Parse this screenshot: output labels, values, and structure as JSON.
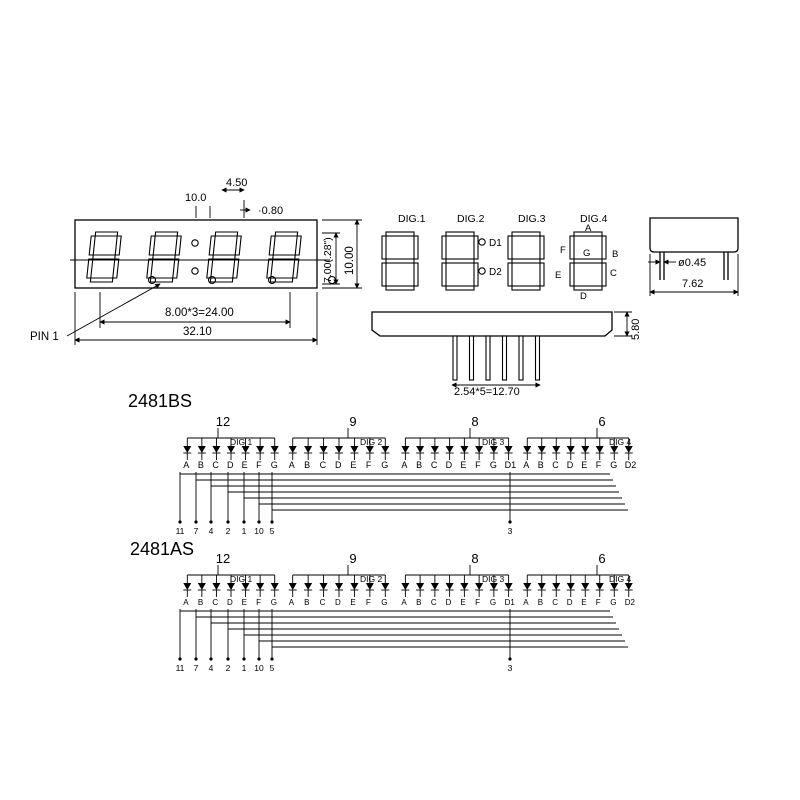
{
  "front_view": {
    "dim_top_a": "10.0",
    "dim_top_b": "4.50",
    "dim_top_c": "0.80",
    "dim_char_height": "7.00(.28\")",
    "dim_height": "10.00",
    "dim_pitch": "8.00*3=24.00",
    "dim_length": "32.10",
    "pin1_label": "PIN 1"
  },
  "segment_legend": {
    "digits": [
      "DIG.1",
      "DIG.2",
      "DIG.3",
      "DIG.4"
    ],
    "dp_labels": [
      "D1",
      "D2"
    ],
    "segment_letters": {
      "a": "A",
      "b": "B",
      "c": "C",
      "d": "D",
      "e": "E",
      "f": "F",
      "g": "G"
    }
  },
  "side_view": {
    "dim_pin_dia": "0.45",
    "dim_width": "7.62"
  },
  "bottom_view": {
    "dim_pins": "2.54*5=12.70",
    "dim_height": "5.80"
  },
  "schematics": [
    {
      "title": "2481BS",
      "common_pins": [
        "12",
        "9",
        "8",
        "6"
      ],
      "digit_labels": [
        "DIG 1",
        "DIG 2",
        "DIG 3",
        "DIG 4"
      ],
      "segments": [
        [
          "A",
          "B",
          "C",
          "D",
          "E",
          "F",
          "G"
        ],
        [
          "A",
          "B",
          "C",
          "D",
          "E",
          "F",
          "G"
        ],
        [
          "A",
          "B",
          "C",
          "D",
          "E",
          "F",
          "G",
          "D1"
        ],
        [
          "A",
          "B",
          "C",
          "D",
          "E",
          "F",
          "G",
          "D2"
        ]
      ],
      "bottom_pins": [
        "11",
        "7",
        "4",
        "2",
        "1",
        "10",
        "5"
      ],
      "dp_pin": "3"
    },
    {
      "title": "2481AS",
      "common_pins": [
        "12",
        "9",
        "8",
        "6"
      ],
      "digit_labels": [
        "DIG 1",
        "DIG 2",
        "DIG 3",
        "DIG 4"
      ],
      "segments": [
        [
          "A",
          "B",
          "C",
          "D",
          "E",
          "F",
          "G"
        ],
        [
          "A",
          "B",
          "C",
          "D",
          "E",
          "F",
          "G"
        ],
        [
          "A",
          "B",
          "C",
          "D",
          "E",
          "F",
          "G",
          "D1"
        ],
        [
          "A",
          "B",
          "C",
          "D",
          "E",
          "F",
          "G",
          "D2"
        ]
      ],
      "bottom_pins": [
        "11",
        "7",
        "4",
        "2",
        "1",
        "10",
        "5"
      ],
      "dp_pin": "3"
    }
  ]
}
